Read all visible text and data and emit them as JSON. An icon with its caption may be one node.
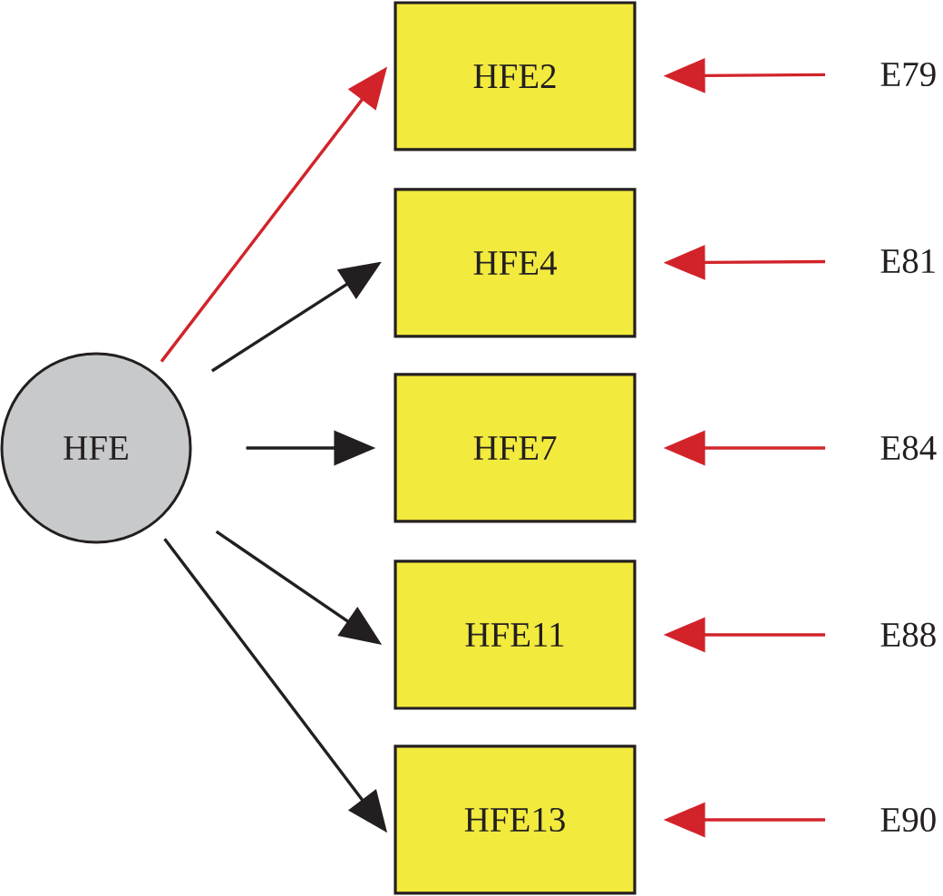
{
  "diagram": {
    "nodes": [
      {
        "text": [
          "HFE"
        ]
      },
      {
        "text": [
          "HFE2"
        ]
      },
      {
        "text": [
          "HFE4"
        ]
      },
      {
        "text": [
          "HFE7"
        ]
      },
      {
        "text": [
          "HFE11"
        ]
      },
      {
        "text": [
          "HFE13"
        ]
      },
      {
        "text": [
          "E79"
        ]
      },
      {
        "text": [
          "E81"
        ]
      },
      {
        "text": [
          "E84"
        ]
      },
      {
        "text": [
          "E88"
        ]
      },
      {
        "text": [
          "E90"
        ]
      }
    ],
    "edges": [
      {
        "from": 0,
        "to": 1,
        "arrow": "to",
        "color": "#d2232a"
      },
      {
        "from": 0,
        "to": 2,
        "arrow": "to",
        "color": "#231f20"
      },
      {
        "from": 0,
        "to": 3,
        "arrow": "to",
        "color": "#231f20"
      },
      {
        "from": 0,
        "to": 4,
        "arrow": "to",
        "color": "#231f20"
      },
      {
        "from": 0,
        "to": 5,
        "arrow": "to",
        "color": "#231f20"
      },
      {
        "from": 6,
        "to": 1,
        "arrow": "to",
        "color": "#d2232a"
      },
      {
        "from": 7,
        "to": 2,
        "arrow": "to",
        "color": "#d2232a"
      },
      {
        "from": 8,
        "to": 3,
        "arrow": "to",
        "color": "#d2232a"
      },
      {
        "from": 9,
        "to": 4,
        "arrow": "to",
        "color": "#d2232a"
      },
      {
        "from": 10,
        "to": 5,
        "arrow": "to",
        "color": "#d2232a"
      }
    ]
  }
}
